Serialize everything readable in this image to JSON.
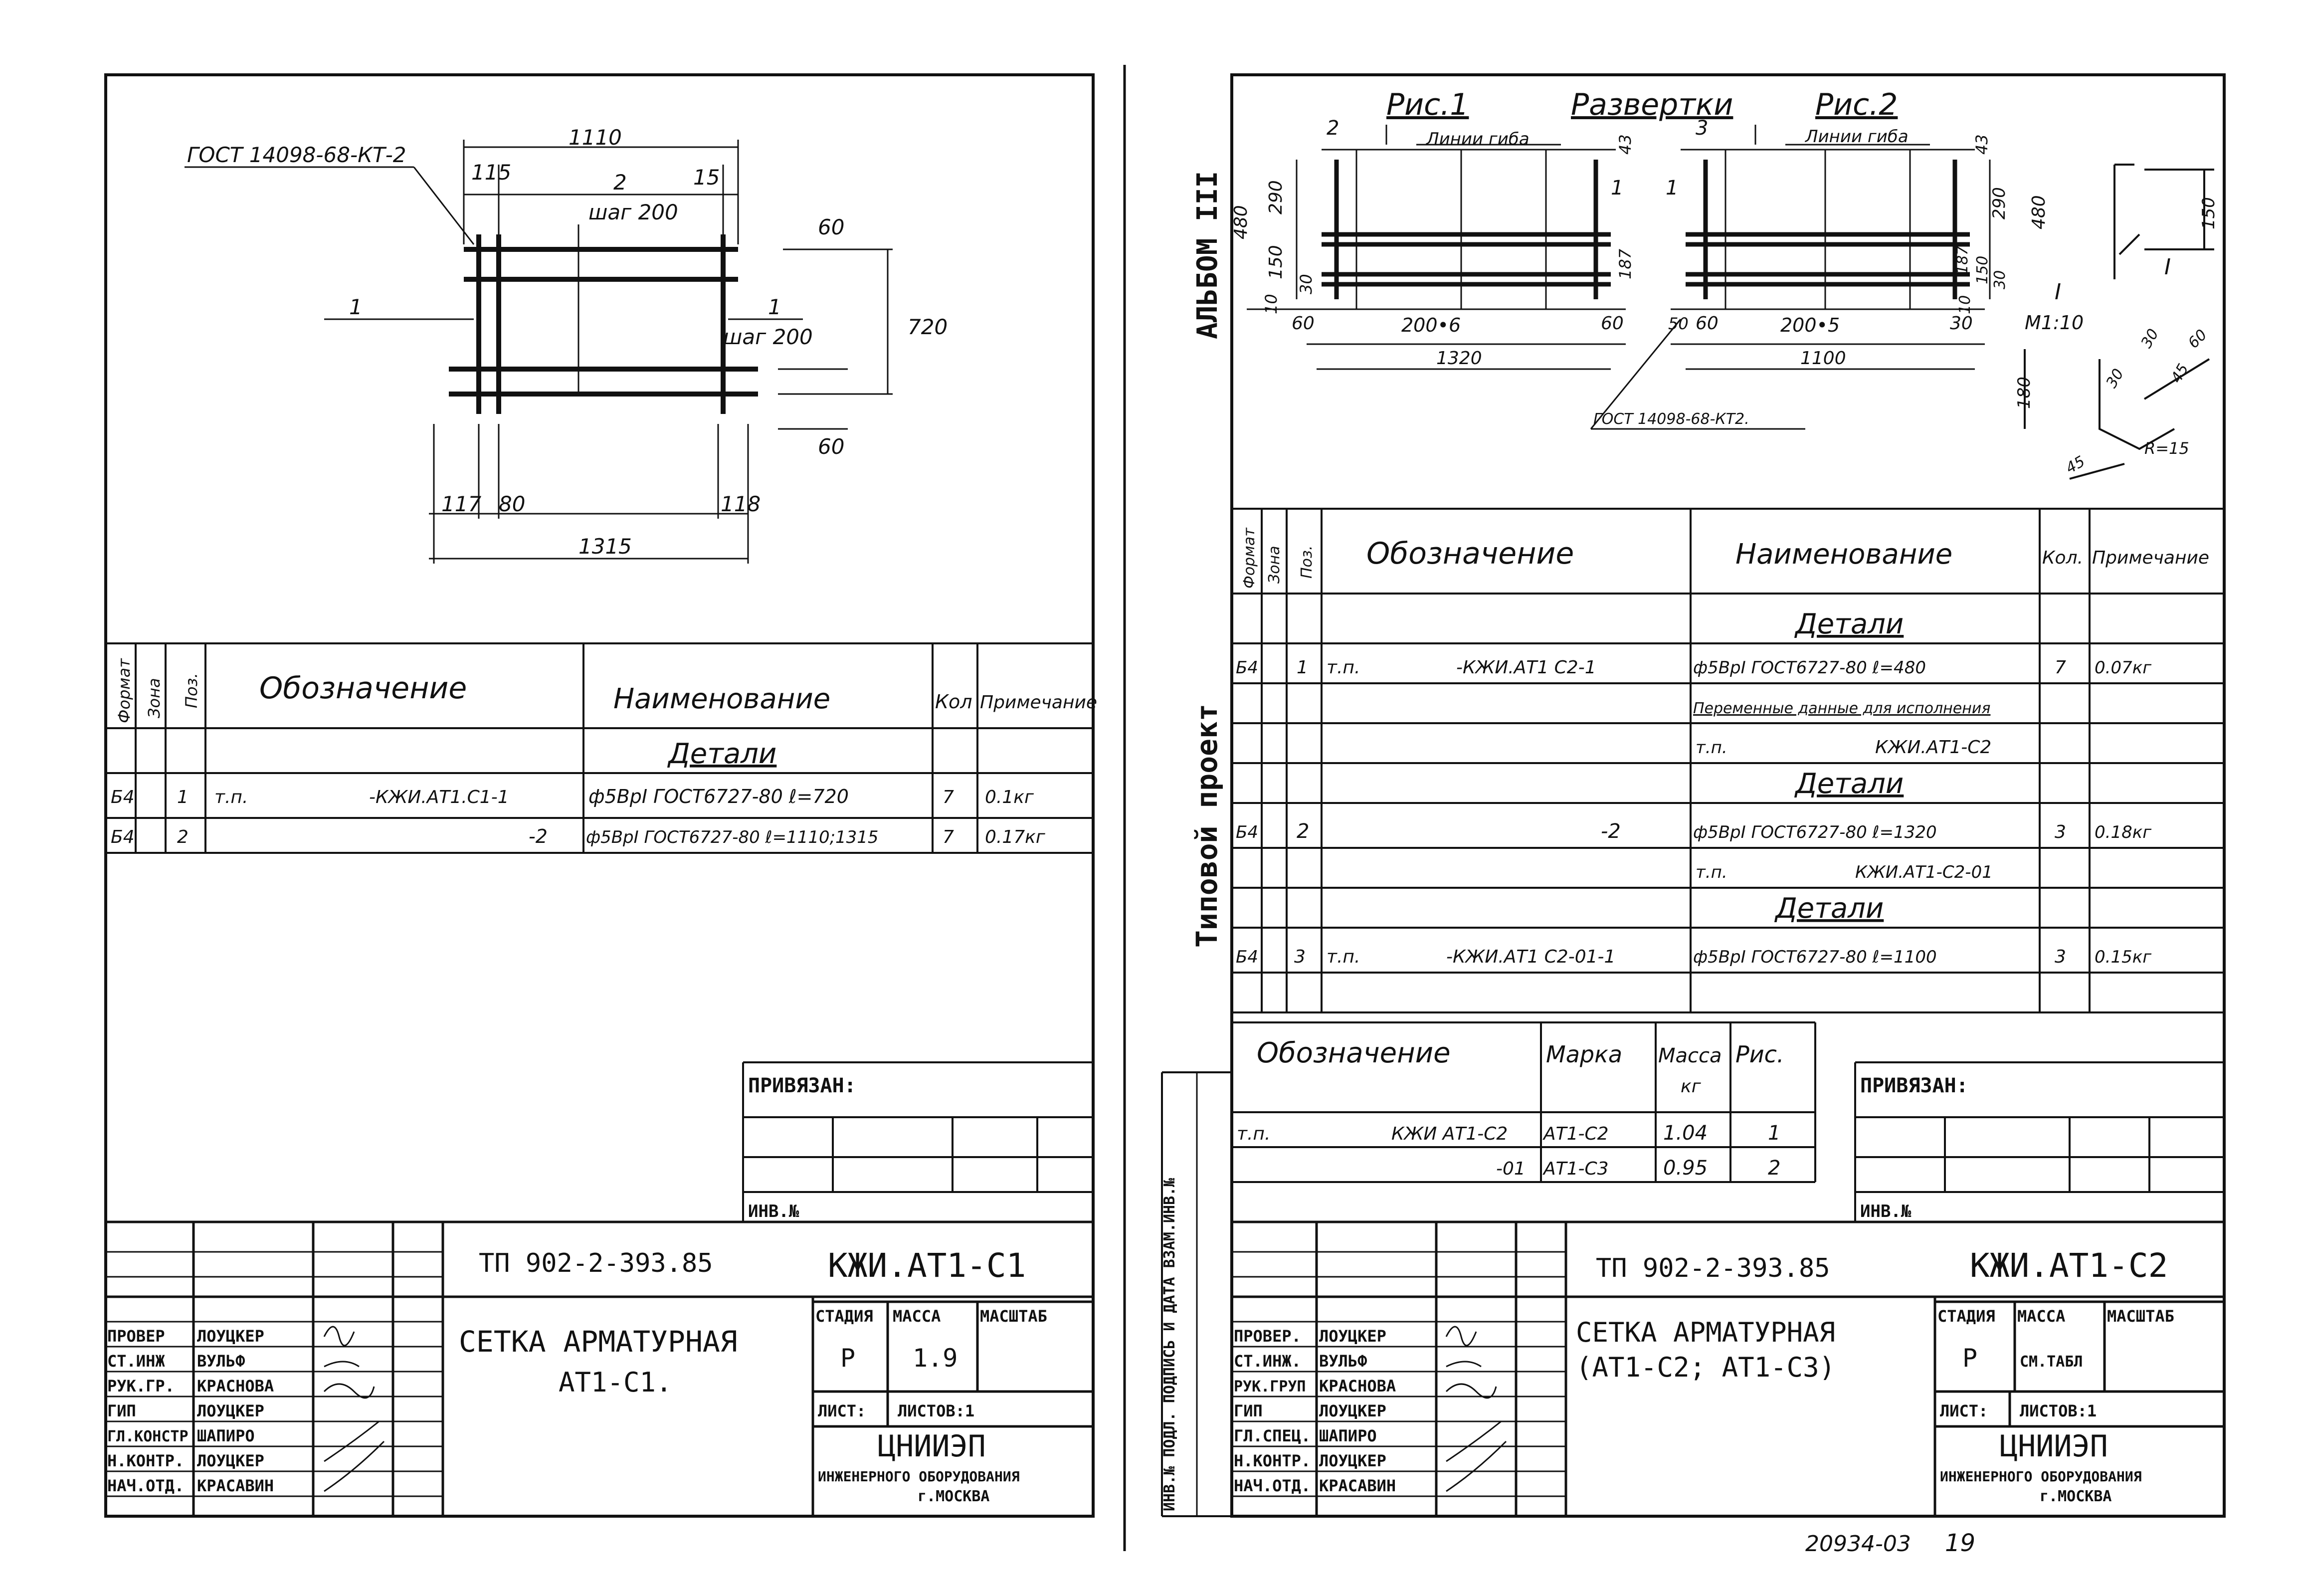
{
  "left_sheet": {
    "drawing": {
      "gost_ref": "ГОСТ 14098-68-КТ-2",
      "dims": {
        "top_total": "1110",
        "left_off": "115",
        "pos2": "2",
        "right_off": "15",
        "step_top": "шаг 200",
        "right_top": "60",
        "height": "720",
        "right_bottom": "60",
        "step_right": "шаг 200",
        "bottom_left": "117",
        "bottom_80": "80",
        "bottom_right": "118",
        "bottom_total": "1315",
        "pos1_left": "1",
        "pos1_right": "1"
      }
    },
    "spec": {
      "headers": {
        "format": "Формат",
        "zone": "Зона",
        "pos": "Поз.",
        "designation": "Обозначение",
        "name": "Наименование",
        "qty": "Кол",
        "note": "Примечание"
      },
      "section": "Детали",
      "rows": [
        {
          "format": "Б4",
          "pos": "1",
          "prefix": "т.п.",
          "designation": "-КЖИ.АТ1.С1-1",
          "name": "ф5ВрI ГОСТ6727-80 ℓ=720",
          "qty": "7",
          "note": "0.1кг"
        },
        {
          "format": "Б4",
          "pos": "2",
          "prefix": "",
          "designation": "-2",
          "name": "ф5ВрI ГОСТ6727-80 ℓ=1110;1315",
          "qty": "7",
          "note": "0.17кг"
        }
      ]
    },
    "privyazan": "ПРИВЯЗАН:",
    "inv_no": "ИНВ.№",
    "title_block": {
      "project_code": "ТП 902-2-393.85",
      "doc_code": "КЖИ.АТ1-С1",
      "title_line1": "СЕТКА АРМАТУРНАЯ",
      "title_line2": "АТ1-С1.",
      "stage_label": "СТАДИЯ",
      "mass_label": "МАССА",
      "scale_label": "МАСШТАБ",
      "stage": "Р",
      "mass": "1.9",
      "sheet_label": "ЛИСТ:",
      "sheets_label": "ЛИСТОВ:1",
      "org": "ЦНИИЭП",
      "org_sub": "ИНЖЕНЕРНОГО ОБОРУДОВАНИЯ",
      "city": "г.МОСКВА",
      "roles": [
        {
          "role": "ПРОВЕР",
          "name": "ЛОУЦКЕР"
        },
        {
          "role": "СТ.ИНЖ",
          "name": "ВУЛЬФ"
        },
        {
          "role": "РУК.ГР.",
          "name": "КРАСНОВА"
        },
        {
          "role": "ГИП",
          "name": "ЛОУЦКЕР"
        },
        {
          "role": "ГЛ.КОНСТР",
          "name": "ШАПИРО"
        },
        {
          "role": "Н.КОНТР.",
          "name": "ЛОУЦКЕР"
        },
        {
          "role": "НАЧ.ОТД.",
          "name": "КРАСАВИН"
        }
      ]
    }
  },
  "right_sheet": {
    "side_top": "АЛЬБОМ III",
    "side_mid": "Типовой проект",
    "side_bottom": "ИНВ.№ ПОДЛ.  ПОДПИСЬ И ДАТА  ВЗАМ.ИНВ.№",
    "drawing": {
      "fig1": "Рис.1",
      "razv": "Развертки",
      "fig2": "Рис.2",
      "pos2": "2",
      "pos3": "3",
      "bend1": "Линии гиба",
      "bend2": "Линии гиба",
      "d480a": "480",
      "d290a": "290",
      "d150a": "150",
      "d30a": "30",
      "d10a": "10",
      "d43a": "43",
      "d1a": "1",
      "d187a": "187",
      "d60a": "60",
      "d200x6": "200•6",
      "d60b": "60",
      "d1320": "1320",
      "d43b": "43",
      "d1b": "1",
      "d187b": "187",
      "d150b": "150",
      "d30b": "30",
      "d10b": "10",
      "d290b": "290",
      "d480b": "480",
      "d50": "50",
      "d60c": "60",
      "d200x5": "200•5",
      "d30c": "30",
      "d1100": "1100",
      "gost": "ГОСТ 14098-68-КТ2.",
      "detail_I": "I",
      "detail_scale": "М1:10",
      "d150c": "150",
      "d180": "180",
      "d30c2": "30",
      "d30d": "30",
      "d45": "45",
      "d60d": "60",
      "d45b": "45",
      "r15": "R=15"
    },
    "spec": {
      "headers": {
        "format": "Формат",
        "zone": "Зона",
        "pos": "Поз.",
        "designation": "Обозначение",
        "name": "Наименование",
        "qty": "Кол.",
        "note": "Примечание"
      },
      "section1": "Детали",
      "row1": {
        "format": "Б4",
        "pos": "1",
        "prefix": "т.п.",
        "designation": "-КЖИ.АТ1 С2-1",
        "name": "ф5ВрI ГОСТ6727-80 ℓ=480",
        "qty": "7",
        "note": "0.07кг"
      },
      "variable": "Переменные данные для исполнения",
      "variable_ref_prefix": "т.п.",
      "variable_ref": "КЖИ.АТ1-С2",
      "section2": "Детали",
      "row2": {
        "format": "Б4",
        "pos": "2",
        "designation": "-2",
        "name": "ф5ВрI ГОСТ6727-80 ℓ=1320",
        "qty": "3",
        "note": "0.18кг"
      },
      "ref2_prefix": "т.п.",
      "ref2": "КЖИ.АТ1-С2-01",
      "section3": "Детали",
      "row3": {
        "format": "Б4",
        "pos": "3",
        "prefix": "т.п.",
        "designation": "-КЖИ.АТ1 С2-01-1",
        "name": "ф5ВрI ГОСТ6727-80 ℓ=1100",
        "qty": "3",
        "note": "0.15кг"
      }
    },
    "mark_table": {
      "h_designation": "Обозначение",
      "h_mark": "Марка",
      "h_mass1": "Масса",
      "h_mass2": "кг",
      "h_fig": "Рис.",
      "r1_prefix": "т.п.",
      "r1_desig": "КЖИ АТ1-С2",
      "r1_mark": "АТ1-С2",
      "r1_mass": "1.04",
      "r1_fig": "1",
      "r2_desig": "-01",
      "r2_mark": "АТ1-С3",
      "r2_mass": "0.95",
      "r2_fig": "2"
    },
    "privyazan": "ПРИВЯЗАН:",
    "inv_no": "ИНВ.№",
    "title_block": {
      "project_code": "ТП 902-2-393.85",
      "doc_code": "КЖИ.АТ1-С2",
      "title_line1": "СЕТКА АРМАТУРНАЯ",
      "title_line2": "(АТ1-С2; АТ1-С3)",
      "stage_label": "СТАДИЯ",
      "mass_label": "МАССА",
      "scale_label": "МАСШТАБ",
      "stage": "Р",
      "mass": "СМ.ТАБЛ",
      "sheet_label": "ЛИСТ:",
      "sheets_label": "ЛИСТОВ:1",
      "org": "ЦНИИЭП",
      "org_sub": "ИНЖЕНЕРНОГО ОБОРУДОВАНИЯ",
      "city": "г.МОСКВА",
      "roles": [
        {
          "role": "ПРОВЕР.",
          "name": "ЛОУЦКЕР"
        },
        {
          "role": "СТ.ИНЖ.",
          "name": "ВУЛЬФ"
        },
        {
          "role": "РУК.ГРУП",
          "name": "КРАСНОВА"
        },
        {
          "role": "ГИП",
          "name": "ЛОУЦКЕР"
        },
        {
          "role": "ГЛ.СПЕЦ.",
          "name": "ШАПИРО"
        },
        {
          "role": "Н.КОНТР.",
          "name": "ЛОУЦКЕР"
        },
        {
          "role": "НАЧ.ОТД.",
          "name": "КРАСАВИН"
        }
      ]
    },
    "footer_code": "20934-03",
    "page_no": "19"
  }
}
